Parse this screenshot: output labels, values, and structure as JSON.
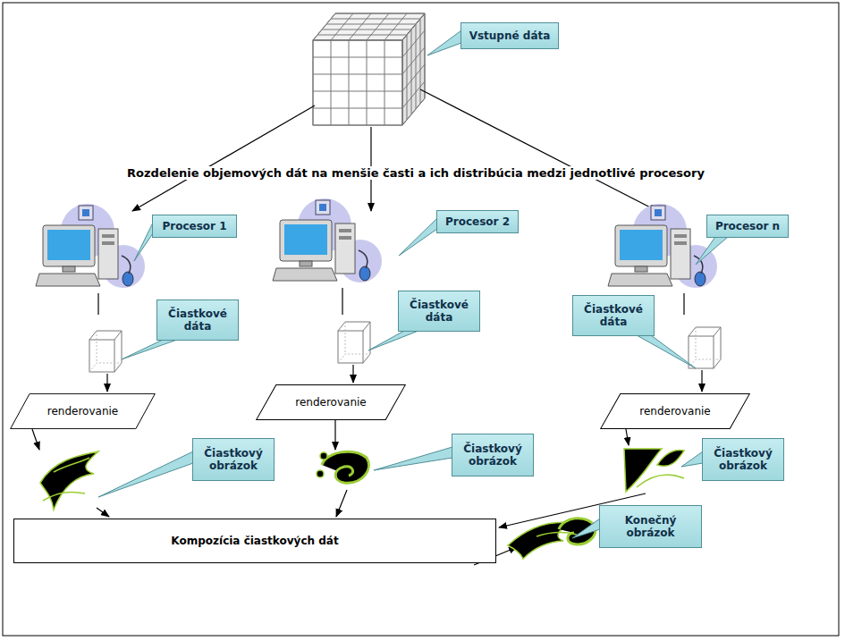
{
  "diagram": {
    "nodes": [
      {
        "text": [
          "Vstupné dáta"
        ]
      },
      {
        "text": [
          "Procesor 1"
        ]
      },
      {
        "text": [
          "Procesor 2"
        ]
      },
      {
        "text": [
          "Procesor n"
        ]
      },
      {
        "text": [
          "Čiastkové dáta"
        ]
      },
      {
        "text": [
          "Čiastkové dáta"
        ]
      },
      {
        "text": [
          "Čiastkové dáta"
        ]
      },
      {
        "text": [
          "renderovanie"
        ]
      },
      {
        "text": [
          "renderovanie"
        ]
      },
      {
        "text": [
          "renderovanie"
        ]
      },
      {
        "text": [
          "Čiastkový obrázok"
        ]
      },
      {
        "text": [
          "Čiastkový obrázok"
        ]
      },
      {
        "text": [
          "Čiastkový obrázok"
        ]
      },
      {
        "text": [
          "Kompozícia čiastkových dát"
        ]
      },
      {
        "text": [
          "Konečný obrázok"
        ]
      }
    ],
    "labels": [
      "Rozdelenie objemových dát na menšie časti a ich distribúcia medzi jednotlivé procesory"
    ]
  }
}
